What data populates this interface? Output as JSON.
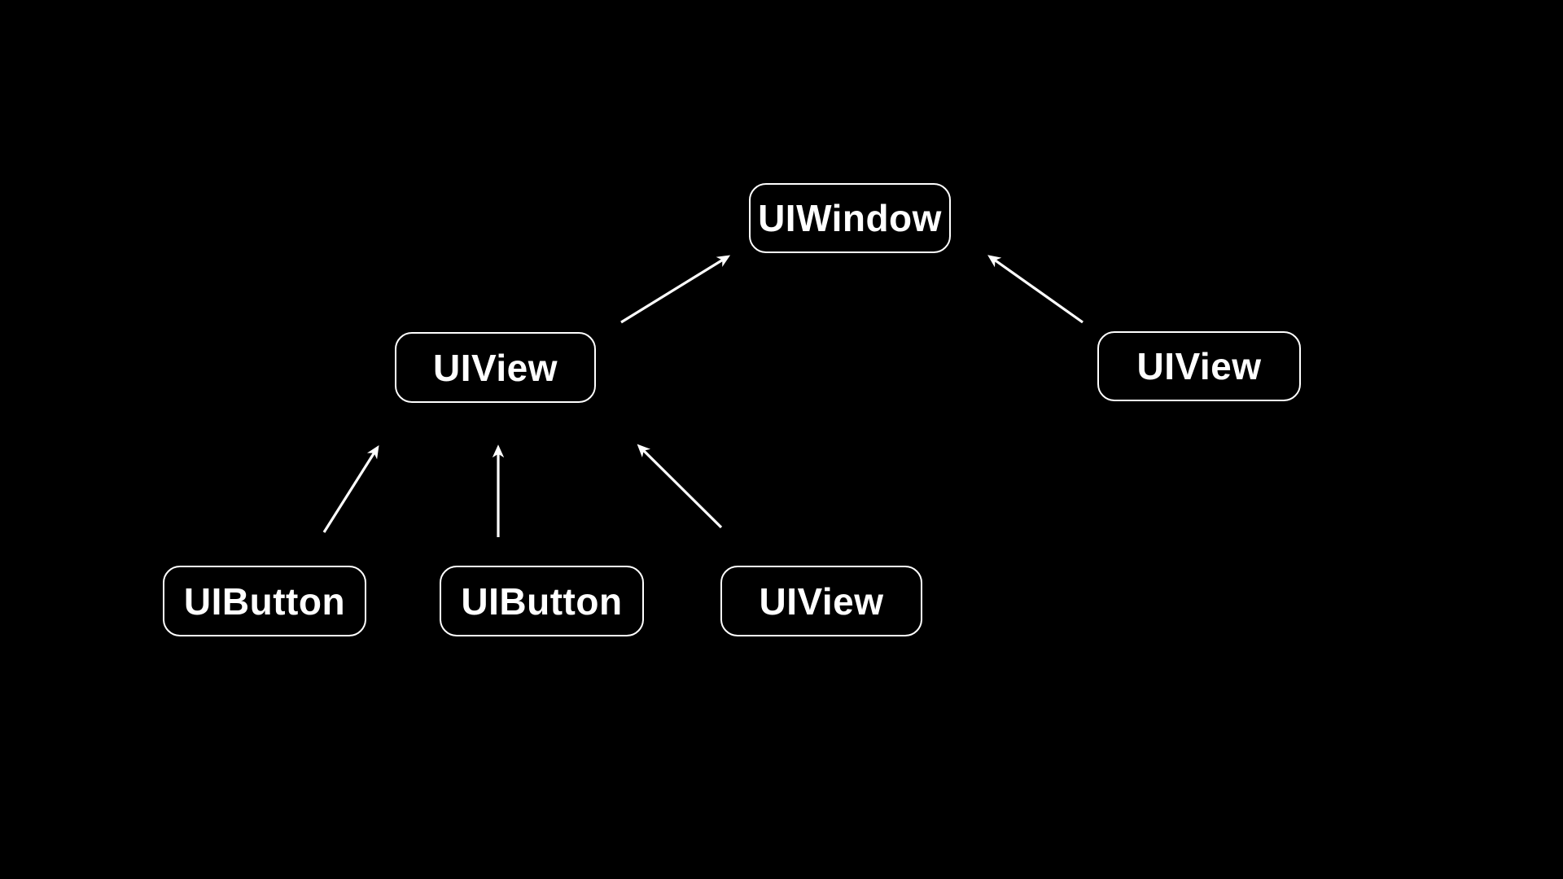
{
  "canvas": {
    "background_color": "#000000",
    "node_border_color": "#ffffff",
    "node_text_color": "#ffffff",
    "arrow_color": "#ffffff"
  },
  "diagram": {
    "type": "hierarchy",
    "description": "UIKit view hierarchy: child views point up to their superview",
    "nodes": [
      {
        "id": "uiwindow",
        "label": "UIWindow"
      },
      {
        "id": "uiview-left",
        "label": "UIView"
      },
      {
        "id": "uiview-right",
        "label": "UIView"
      },
      {
        "id": "uibutton-1",
        "label": "UIButton"
      },
      {
        "id": "uibutton-2",
        "label": "UIButton"
      },
      {
        "id": "uiview-bottom",
        "label": "UIView"
      }
    ],
    "edges": [
      {
        "from": "uiview-left",
        "to": "uiwindow"
      },
      {
        "from": "uiview-right",
        "to": "uiwindow"
      },
      {
        "from": "uibutton-1",
        "to": "uiview-left"
      },
      {
        "from": "uibutton-2",
        "to": "uiview-left"
      },
      {
        "from": "uiview-bottom",
        "to": "uiview-left"
      }
    ]
  }
}
